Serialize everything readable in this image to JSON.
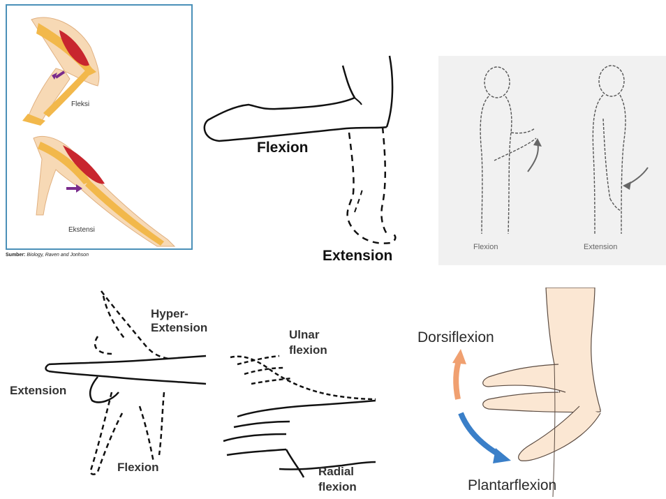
{
  "panel1": {
    "labels": {
      "flexion": "Fleksi",
      "extension": "Ekstensi"
    },
    "source_prefix": "Sumber:",
    "source_text": "Biology, Raven and Jonhson",
    "colors": {
      "bone": "#f2b84b",
      "muscle": "#c8262e",
      "skin": "#f7d9b5",
      "arrow": "#7a2b8c",
      "frame": "#4a90b8"
    }
  },
  "panel2": {
    "labels": {
      "flexion": "Flexion",
      "extension": "Extension"
    }
  },
  "panel3": {
    "labels": {
      "flexion": "Flexion",
      "extension": "Extension"
    },
    "colors": {
      "background": "#f1f1f1"
    }
  },
  "panel4": {
    "labels": {
      "hyper_extension_1": "Hyper-",
      "hyper_extension_2": "Extension",
      "extension": "Extension",
      "flexion": "Flexion",
      "ulnar_1": "Ulnar",
      "ulnar_2": "flexion",
      "radial_1": "Radial",
      "radial_2": "flexion"
    }
  },
  "panel5": {
    "labels": {
      "dorsiflexion": "Dorsiflexion",
      "plantarflexion": "Plantarflexion"
    },
    "colors": {
      "dorsi_arrow": "#f0a070",
      "plantar_arrow": "#3a7fc8",
      "skin": "#fbe7d3"
    }
  }
}
